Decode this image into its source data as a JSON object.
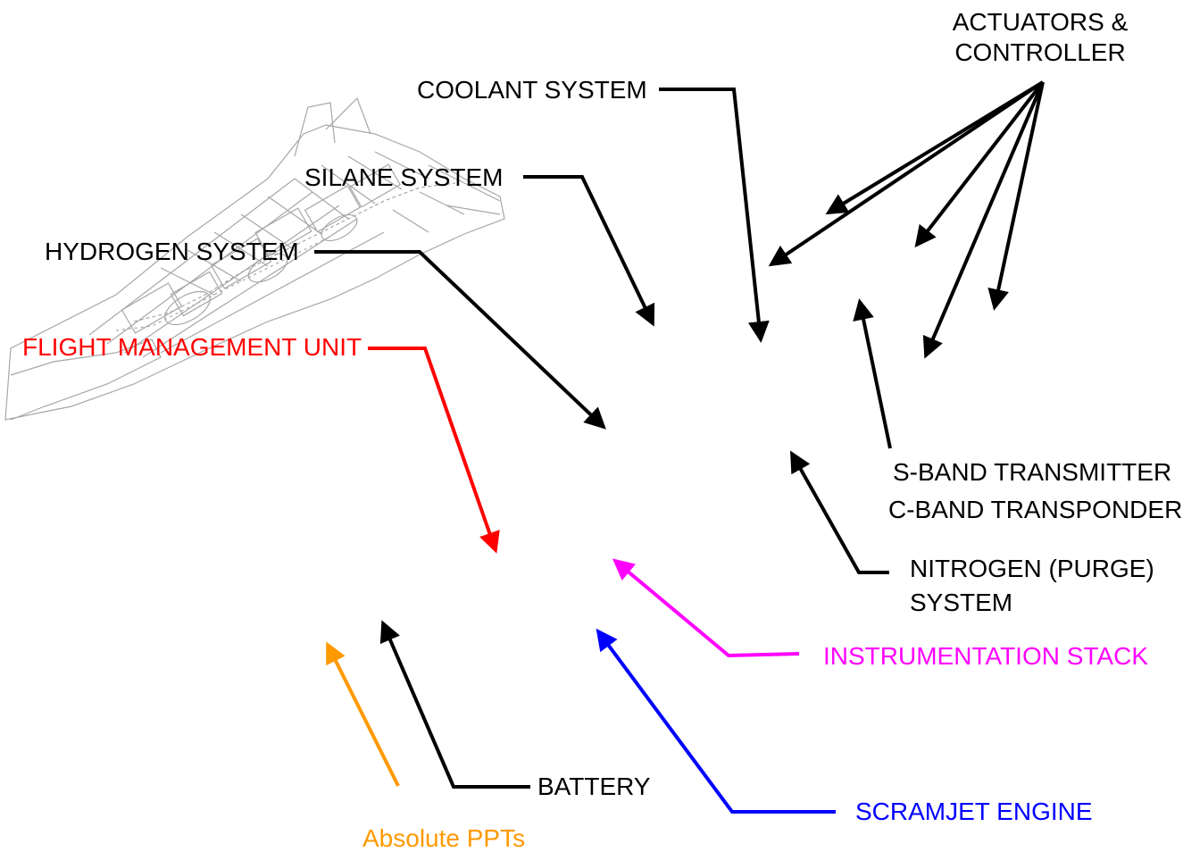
{
  "colors": {
    "default": "#000000",
    "fmu": "#ff0000",
    "instrumentation": "#ff00ff",
    "scramjet": "#0000ff",
    "ppts": "#ff9900",
    "sketch": "#8a8a8a"
  },
  "labels": {
    "actuators_line1": "ACTUATORS &",
    "actuators_line2": "CONTROLLER",
    "coolant": "COOLANT SYSTEM",
    "silane": "SILANE SYSTEM",
    "hydrogen": "HYDROGEN SYSTEM",
    "fmu": "FLIGHT MANAGEMENT UNIT",
    "sband": "S-BAND TRANSMITTER",
    "cband": "C-BAND TRANSPONDER",
    "nitrogen_line1": "NITROGEN (PURGE)",
    "nitrogen_line2": "SYSTEM",
    "instrumentation": "INSTRUMENTATION STACK",
    "battery": "BATTERY",
    "scramjet": "SCRAMJET ENGINE",
    "ppts": "Absolute PPTs"
  }
}
